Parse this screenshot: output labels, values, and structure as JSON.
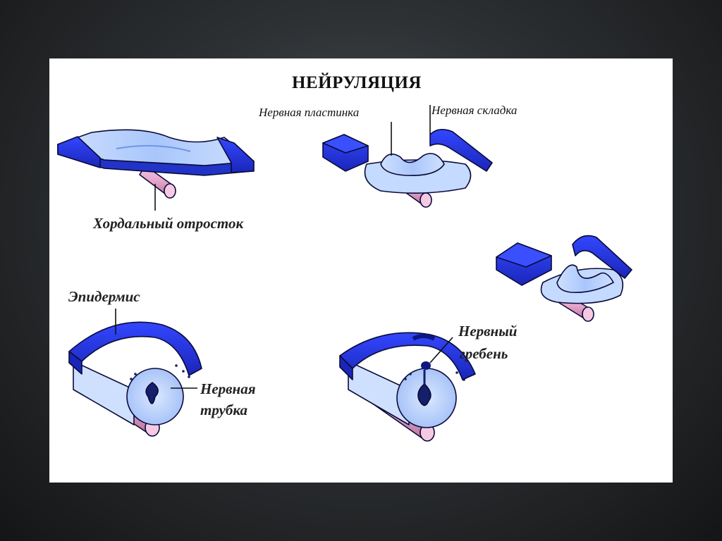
{
  "title": "НЕЙРУЛЯЦИЯ",
  "labels": {
    "neural_plate": "Нервная пластинка",
    "neural_fold": "Нервная складка",
    "notochord": "Хордальный отросток",
    "epidermis": "Эпидермис",
    "neural_tube_line1": "Нервная",
    "neural_tube_line2": "трубка",
    "neural_crest_line1": "Нервный",
    "neural_crest_line2": "гребень"
  },
  "colors": {
    "dark_blue": "#1f2fd6",
    "light_blue": "#b7d2ff",
    "mid_blue": "#8fb3f5",
    "notochord_pink": "#e6a6cc",
    "background": "#ffffff"
  }
}
